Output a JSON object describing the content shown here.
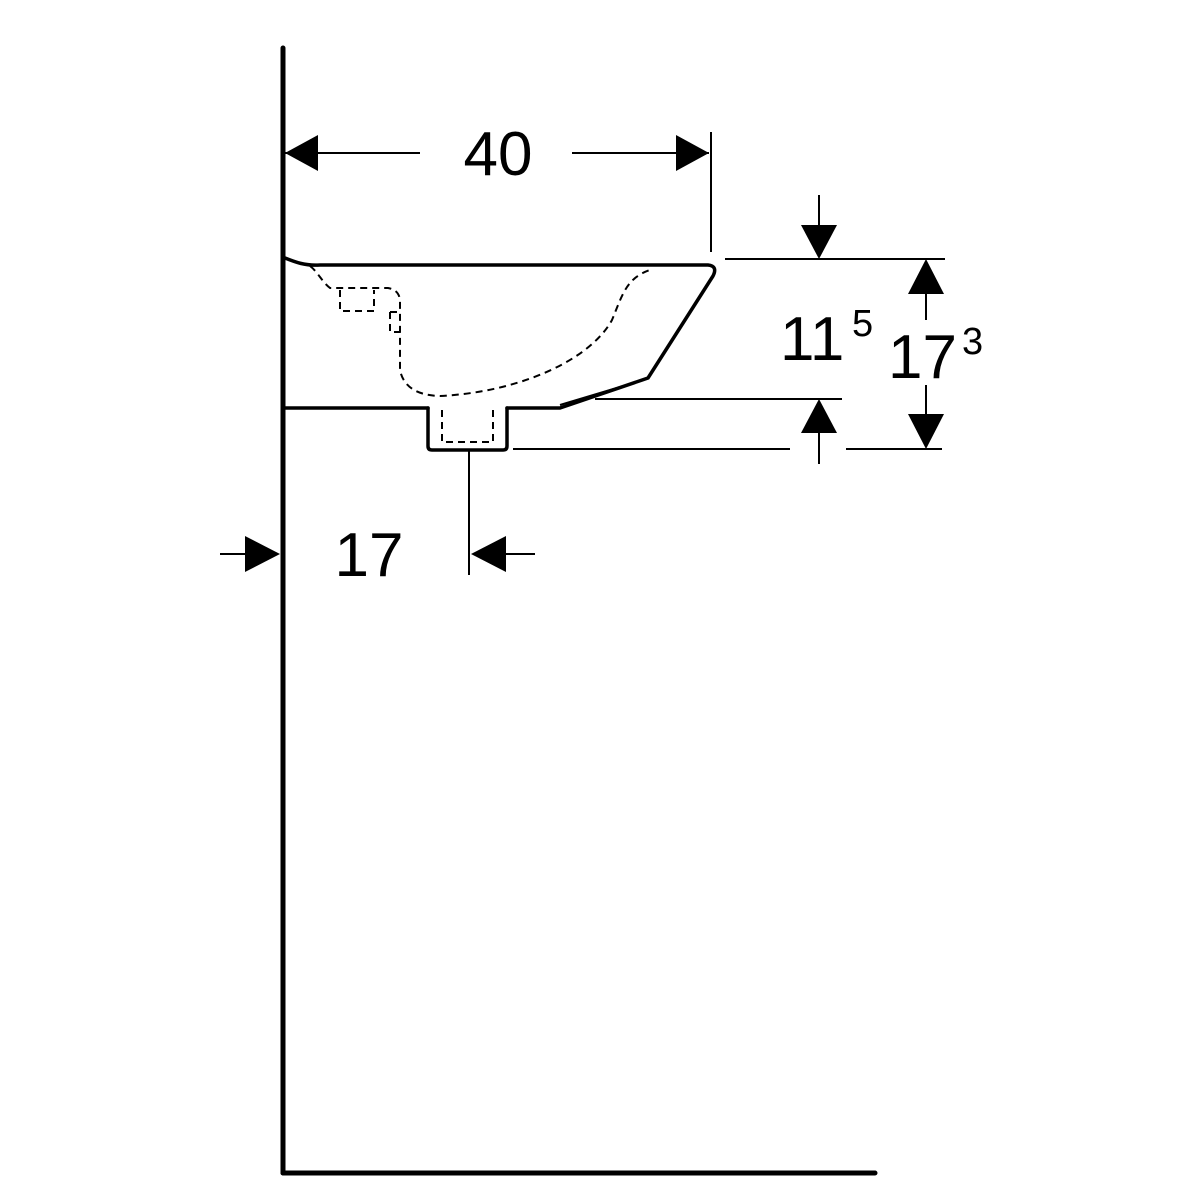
{
  "dimensions": {
    "width": {
      "value": "40"
    },
    "rim_height": {
      "value": "11",
      "superscript": "5"
    },
    "total_height": {
      "value": "17",
      "superscript": "3"
    },
    "drain_offset": {
      "value": "17"
    }
  }
}
